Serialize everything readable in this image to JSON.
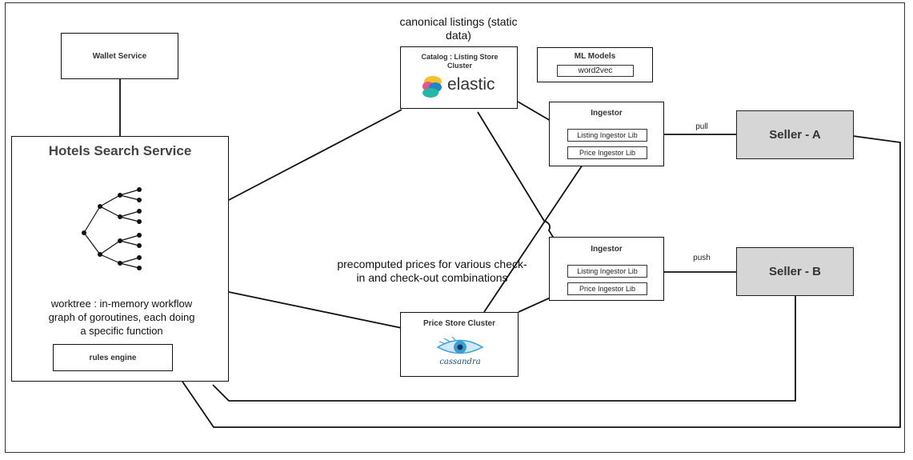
{
  "wallet_service": "Wallet Service",
  "hotels_search": {
    "title": "Hotels Search Service",
    "worktree_text": "worktree : in-memory workflow graph of goroutines, each doing a specific function",
    "rules_engine": "rules engine"
  },
  "catalog": {
    "caption": "canonical listings (static data)",
    "label": "Catalog : Listing Store Cluster",
    "logo_text": "elastic"
  },
  "ml_models": {
    "label": "ML Models",
    "item": "word2vec"
  },
  "ingestor_top": {
    "label": "Ingestor",
    "lib1": "Listing Ingestor Lib",
    "lib2": "Price Ingestor Lib"
  },
  "ingestor_bottom": {
    "label": "Ingestor",
    "lib1": "Listing Ingestor Lib",
    "lib2": "Price Ingestor Lib"
  },
  "price_store": {
    "caption": "precomputed prices for various check-in and check-out combinations",
    "label": "Price Store Cluster",
    "logo_text": "cassandra"
  },
  "seller_a": {
    "label": "Seller - A",
    "edge": "pull"
  },
  "seller_b": {
    "label": "Seller - B",
    "edge": "push"
  },
  "colors": {
    "seller_fill": "#d6d6d6",
    "elastic_pink": "#f0508e",
    "elastic_yellow": "#f6c12d",
    "elastic_teal": "#23b7a4",
    "elastic_blue": "#1e87c8",
    "cassandra_blue": "#3b9fd6"
  }
}
